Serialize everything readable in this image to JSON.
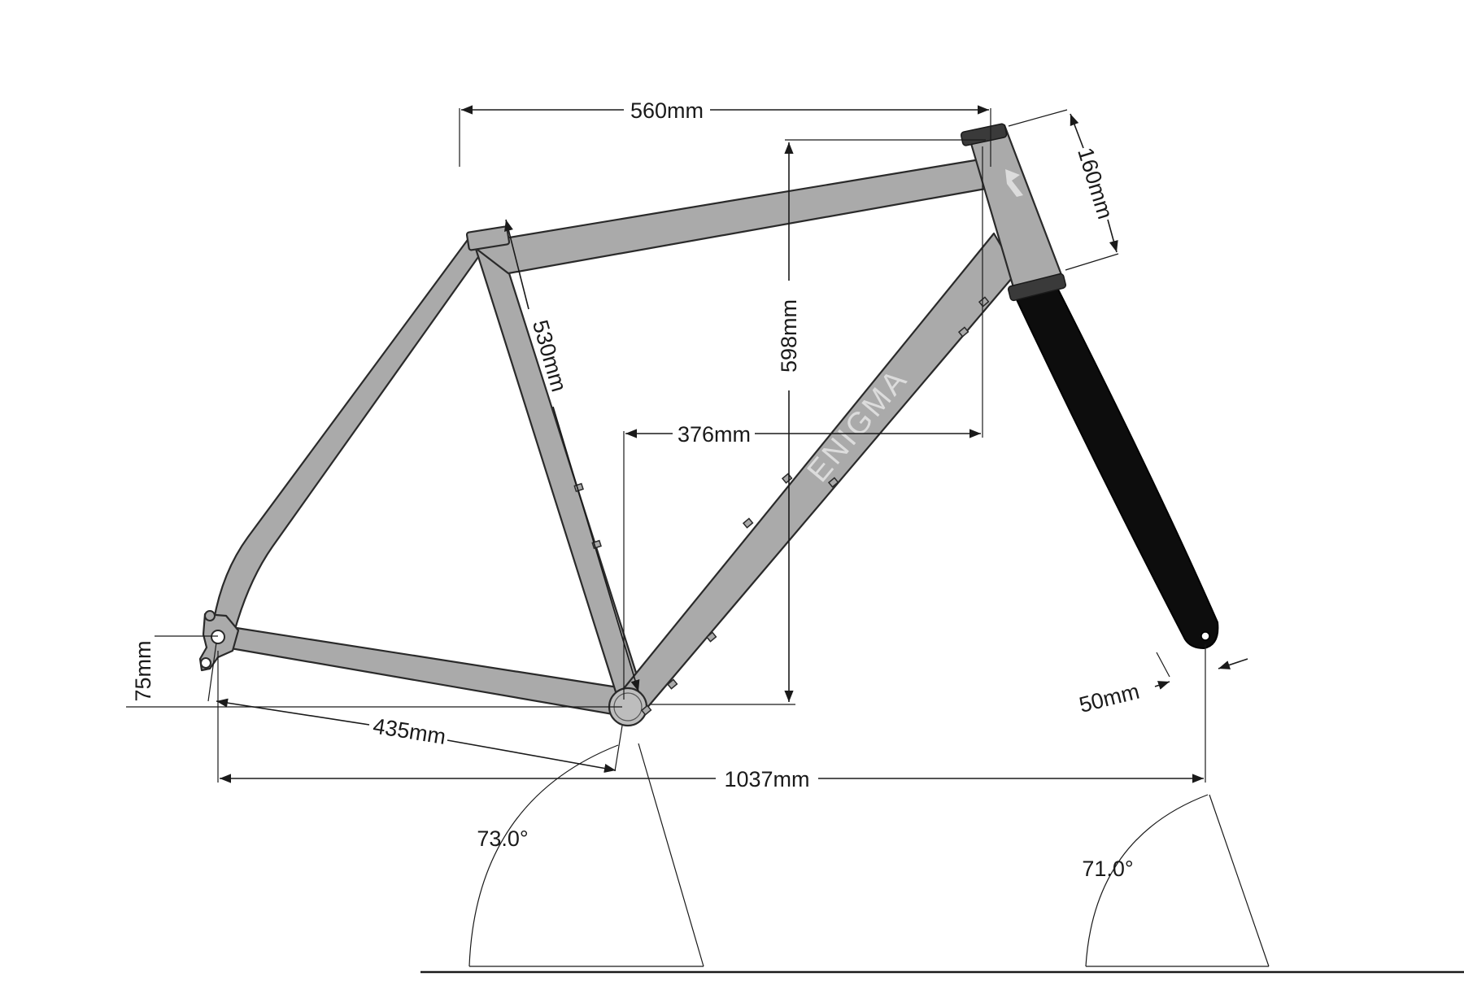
{
  "brand": {
    "downtube_text": "ENIGMA",
    "colors": {
      "frame": "#aaaaaa",
      "outline": "#2a2a2a",
      "fork": "#0d0d0d",
      "cap": "#3a3a3a",
      "background": "#ffffff"
    }
  },
  "dimensions": {
    "top_tube": "560mm",
    "seat_tube": "530mm",
    "stack": "598mm",
    "reach": "376mm",
    "head_tube": "160mm",
    "bb_drop": "75mm",
    "chainstay": "435mm",
    "wheelbase": "1037mm",
    "fork_offset": "50mm"
  },
  "angles": {
    "seat": "73.0°",
    "head": "71.0°"
  }
}
